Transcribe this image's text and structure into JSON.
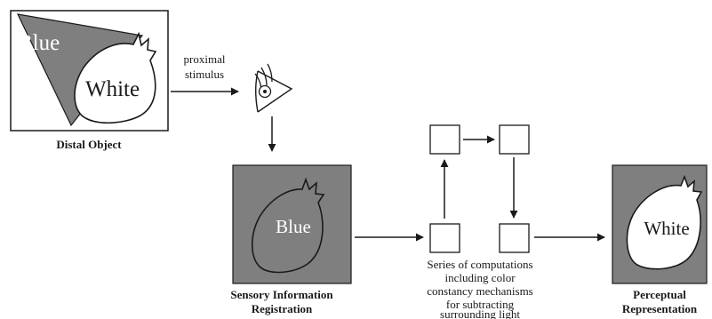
{
  "distal_object": {
    "region_label": "Blue",
    "object_label": "White",
    "caption": "Distal Object"
  },
  "proximal_stimulus": {
    "line1": "proximal",
    "line2": "stimulus"
  },
  "sensory_registration": {
    "object_label": "Blue",
    "caption_line1": "Sensory Information",
    "caption_line2": "Registration"
  },
  "computations": {
    "line1": "Series of computations",
    "line2": "including color",
    "line3": "constancy mechanisms",
    "line4": "for subtracting",
    "line5": "surrounding light"
  },
  "perceptual": {
    "object_label": "White",
    "caption_line1": "Perceptual",
    "caption_line2": "Representation"
  },
  "colors": {
    "panel_gray": "#7f7f7f",
    "line": "#1a1a1a",
    "white": "#ffffff"
  }
}
